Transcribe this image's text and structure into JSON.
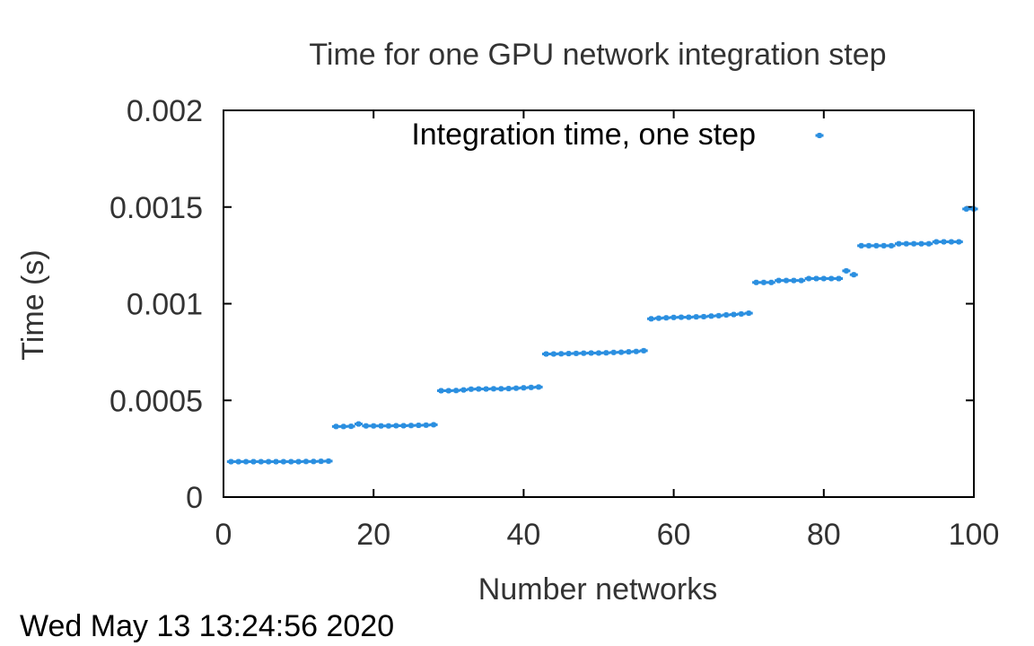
{
  "chart_data": {
    "type": "scatter",
    "title": "Time for one GPU network integration step",
    "xlabel": "Number networks",
    "ylabel": "Time (s)",
    "xlim": [
      0,
      100
    ],
    "ylim": [
      0,
      0.002
    ],
    "x_ticks": [
      "0",
      "20",
      "40",
      "60",
      "80",
      "100"
    ],
    "y_ticks": [
      "0",
      "0.0005",
      "0.001",
      "0.0015",
      "0.002"
    ],
    "grid": false,
    "legend_position": "top-right",
    "marker_color": "#2b8fe0",
    "series": [
      {
        "name": "Integration time, one step",
        "x": [
          1,
          2,
          3,
          4,
          5,
          6,
          7,
          8,
          9,
          10,
          11,
          12,
          13,
          14,
          15,
          16,
          17,
          18,
          19,
          20,
          21,
          22,
          23,
          24,
          25,
          26,
          27,
          28,
          29,
          30,
          31,
          32,
          33,
          34,
          35,
          36,
          37,
          38,
          39,
          40,
          41,
          42,
          43,
          44,
          45,
          46,
          47,
          48,
          49,
          50,
          51,
          52,
          53,
          54,
          55,
          56,
          57,
          58,
          59,
          60,
          61,
          62,
          63,
          64,
          65,
          66,
          67,
          68,
          69,
          70,
          71,
          72,
          73,
          74,
          75,
          76,
          77,
          78,
          79,
          80,
          81,
          82,
          83,
          84,
          85,
          86,
          87,
          88,
          89,
          90,
          91,
          92,
          93,
          94,
          95,
          96,
          97,
          98,
          99,
          100
        ],
        "y": [
          0.000183,
          0.000183,
          0.000183,
          0.000183,
          0.000183,
          0.000183,
          0.000183,
          0.000183,
          0.000183,
          0.000183,
          0.000184,
          0.000184,
          0.000185,
          0.000186,
          0.000365,
          0.000365,
          0.000366,
          0.000378,
          0.000368,
          0.000368,
          0.000368,
          0.000368,
          0.000369,
          0.000369,
          0.00037,
          0.000371,
          0.000372,
          0.000374,
          0.00055,
          0.00055,
          0.000551,
          0.000554,
          0.000558,
          0.000559,
          0.000559,
          0.00056,
          0.00056,
          0.000561,
          0.000563,
          0.000565,
          0.000567,
          0.000569,
          0.00074,
          0.00074,
          0.000741,
          0.000742,
          0.000743,
          0.000744,
          0.000745,
          0.000745,
          0.000746,
          0.000748,
          0.000749,
          0.000751,
          0.000753,
          0.000757,
          0.000922,
          0.000925,
          0.000927,
          0.000929,
          0.00093,
          0.00093,
          0.000932,
          0.000933,
          0.000936,
          0.000938,
          0.000942,
          0.000944,
          0.000947,
          0.000951,
          0.00111,
          0.00111,
          0.00111,
          0.00112,
          0.00112,
          0.00112,
          0.00112,
          0.00113,
          0.00113,
          0.00113,
          0.00113,
          0.00113,
          0.00117,
          0.00115,
          0.0013,
          0.0013,
          0.0013,
          0.0013,
          0.0013,
          0.00131,
          0.00131,
          0.00131,
          0.00131,
          0.00131,
          0.00132,
          0.00132,
          0.00132,
          0.00132,
          0.00149,
          0.00149
        ]
      }
    ]
  },
  "timestamp": "Wed May 13 13:24:56 2020"
}
